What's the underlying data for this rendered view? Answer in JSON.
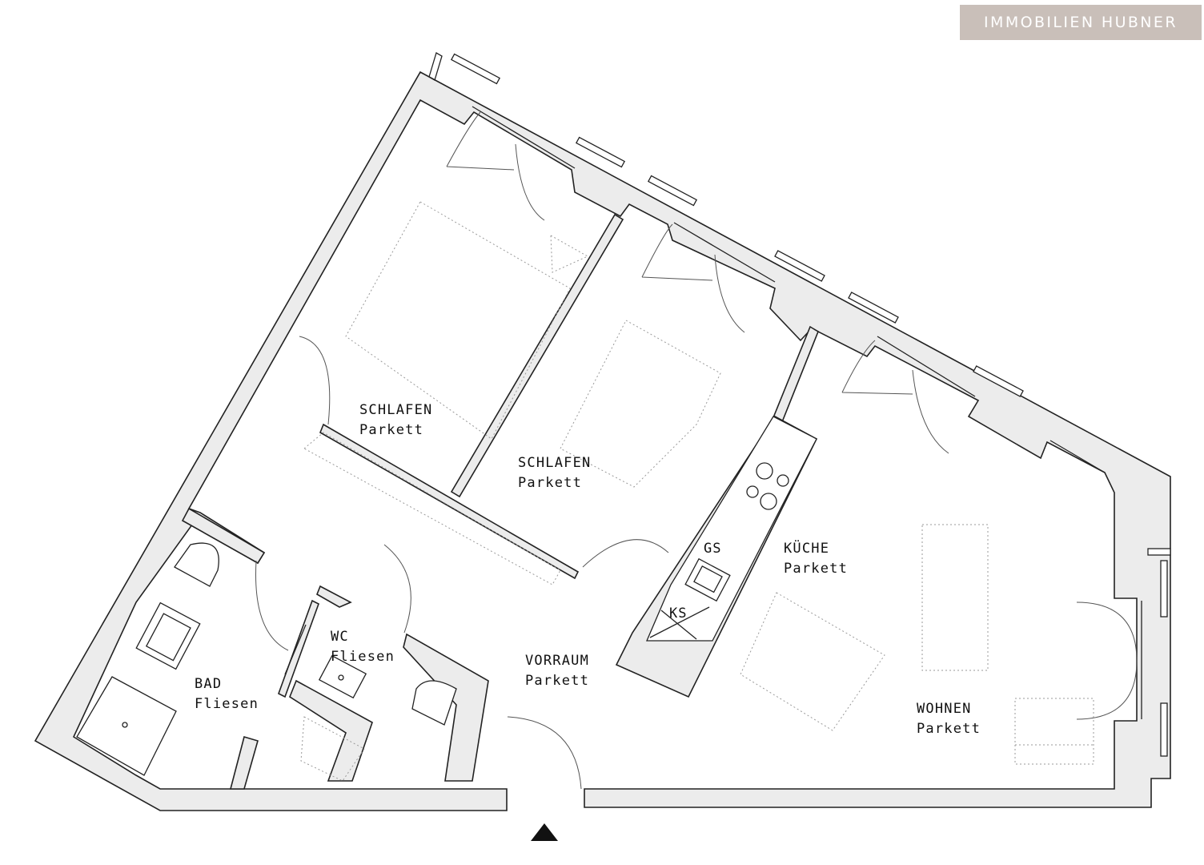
{
  "brand": {
    "label": "IMMOBILIEN HUBNER"
  },
  "rooms": [
    {
      "id": "schlafen-1",
      "name": "SCHLAFEN",
      "floor": "Parkett"
    },
    {
      "id": "schlafen-2",
      "name": "SCHLAFEN",
      "floor": "Parkett"
    },
    {
      "id": "kueche",
      "name": "KÜCHE",
      "floor": "Parkett"
    },
    {
      "id": "wohnen",
      "name": "WOHNEN",
      "floor": "Parkett"
    },
    {
      "id": "vorraum",
      "name": "VORRAUM",
      "floor": "Parkett"
    },
    {
      "id": "wc",
      "name": "WC",
      "floor": "Fliesen"
    },
    {
      "id": "bad",
      "name": "BAD",
      "floor": "Fliesen"
    }
  ],
  "appliances": {
    "gs": "GS",
    "ks": "KS"
  },
  "entrance_icon": "triangle-up-icon"
}
